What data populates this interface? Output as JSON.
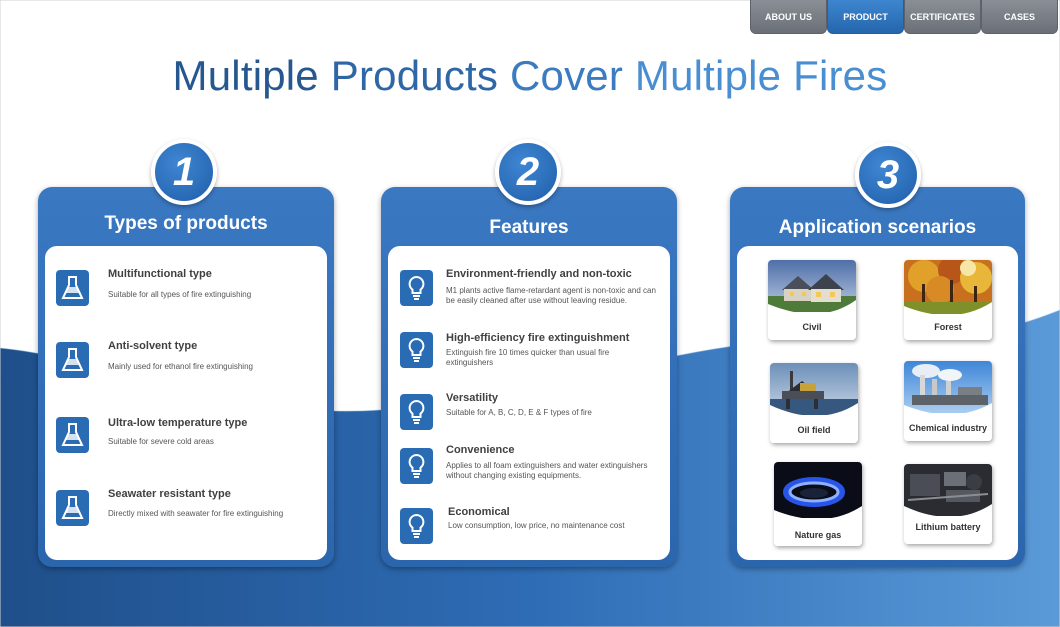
{
  "nav": {
    "items": [
      {
        "label": "ABOUT US"
      },
      {
        "label": "PRODUCT"
      },
      {
        "label": "CERTIFICATES"
      },
      {
        "label": "CASES"
      }
    ],
    "active_index": 1
  },
  "title": {
    "word1": "Multiple",
    "word2": "Products",
    "word3": "Cover",
    "word4": "Multiple Fires"
  },
  "panels": [
    {
      "number": "1",
      "heading": "Types of products",
      "items": [
        {
          "icon": "flask-icon",
          "title": "Multifunctional type",
          "desc": "Suitable for all types of fire extinguishing"
        },
        {
          "icon": "flask-icon",
          "title": "Anti-solvent type",
          "desc": "Mainly used for ethanol fire extinguishing"
        },
        {
          "icon": "flask-icon",
          "title": "Ultra-low temperature type",
          "desc": "Suitable for severe cold areas"
        },
        {
          "icon": "flask-icon",
          "title": "Seawater resistant type",
          "desc": "Directly mixed with seawater for fire extinguishing"
        }
      ]
    },
    {
      "number": "2",
      "heading": "Features",
      "items": [
        {
          "icon": "lightbulb-icon",
          "title": "Environment-friendly and non-toxic",
          "desc": "M1 plants active flame-retardant agent is non-toxic and can be easily cleaned after use without leaving residue."
        },
        {
          "icon": "lightbulb-icon",
          "title": "High-efficiency fire extinguishment",
          "desc": "Extinguish fire 10 times quicker than usual fire extinguishers"
        },
        {
          "icon": "lightbulb-icon",
          "title": "Versatility",
          "desc": "Suitable for A, B, C, D, E & F types of fire"
        },
        {
          "icon": "lightbulb-icon",
          "title": "Convenience",
          "desc": "Applies to all foam extinguishers and water extinguishers without changing existing equipments."
        },
        {
          "icon": "lightbulb-icon",
          "title": "Economical",
          "desc": "Low consumption, low price, no maintenance cost"
        }
      ]
    },
    {
      "number": "3",
      "heading": "Application scenarios",
      "scenes": [
        {
          "label": "Civil",
          "image": "house-photo"
        },
        {
          "label": "Forest",
          "image": "autumn-forest-photo"
        },
        {
          "label": "Oil field",
          "image": "offshore-oil-rig-photo"
        },
        {
          "label": "Chemical industry",
          "image": "chemical-plant-photo"
        },
        {
          "label": "Nature gas",
          "image": "gas-flame-photo"
        },
        {
          "label": "Lithium battery",
          "image": "car-engine-photo"
        }
      ]
    }
  ],
  "colors": {
    "accent": "#2b6cb4",
    "nav_inactive": "#7a7f87",
    "nav_active": "#2f73bd",
    "text_dark": "#404040"
  }
}
